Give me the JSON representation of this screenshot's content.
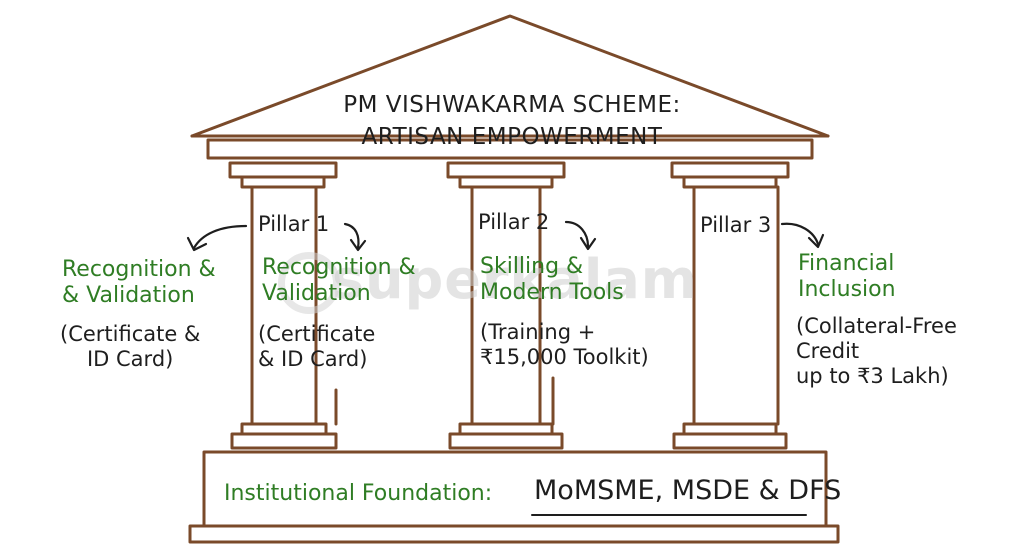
{
  "title": {
    "line1": "PM VISHWAKARMA SCHEME:",
    "line2": "ARTISAN EMPOWERMENT"
  },
  "watermark": "superkalam",
  "left_note": {
    "heading": "Recognition &\n& Validation",
    "detail": "(Certificate &\nID Card)"
  },
  "pillars": [
    {
      "label": "Pillar 1",
      "heading": "Recognition &\nValidation",
      "detail": "(Certificate\n& ID Card)"
    },
    {
      "label": "Pillar 2",
      "heading": "Skilling &\nModern Tools",
      "detail": "(Training +\n₹15,000 Toolkit)"
    },
    {
      "label": "Pillar 3",
      "heading": "Financial\nInclusion",
      "detail": "(Collateral-Free\nCredit\nup to ₹3 Lakh)"
    }
  ],
  "foundation": {
    "label": "Institutional Foundation:",
    "bodies": "MoMSME, MSDE & DFS"
  },
  "colors": {
    "stroke": "#7a4a2a",
    "accent": "#2f7d24",
    "text": "#1e1e1e"
  }
}
